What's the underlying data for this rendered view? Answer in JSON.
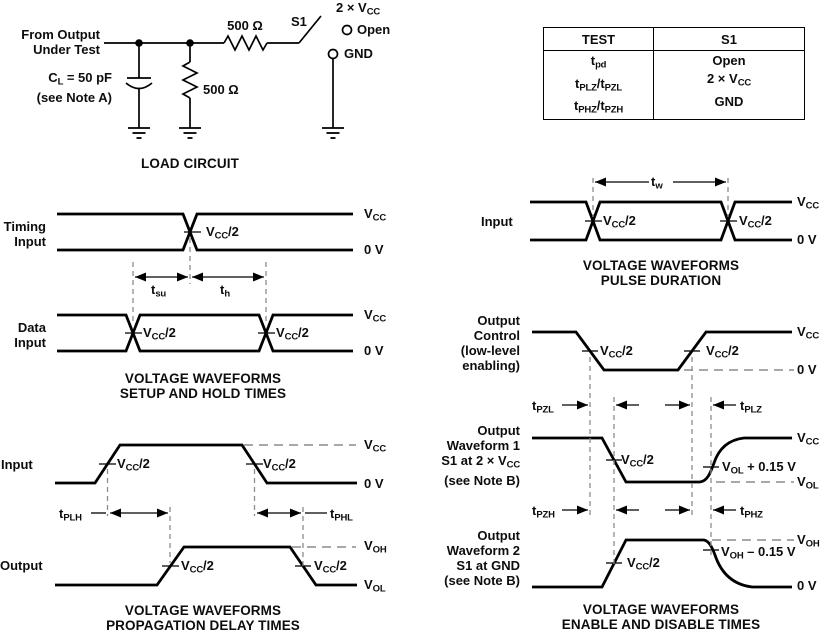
{
  "colors": {
    "line": "#000000",
    "dash": "#8c8c8c",
    "text": "#0d0d0d",
    "background": "#ffffff"
  },
  "sym": {
    "v": "V",
    "cc": "CC",
    "half": "/2",
    "zero_v": "0 V",
    "oh": "OH",
    "ol": "OL",
    "t": "t",
    "su": "su",
    "h": "h",
    "w": "w",
    "plh": "PLH",
    "phl": "PHL",
    "pzl": "PZL",
    "plz": "PLZ",
    "pzh": "PZH",
    "phz": "PHZ",
    "vol_plus": " + 0.15 V",
    "voh_minus": " – 0.15 V"
  },
  "load_circuit": {
    "source_line1": "From Output",
    "source_line2": "Under Test",
    "cap_c": "C",
    "cap_sub": "L",
    "cap_value": " = 50 pF",
    "cap_note": "(see Note A)",
    "resistor_shunt": "500 Ω",
    "resistor_series": "500 Ω",
    "switch_label": "S1",
    "pos_top_prefix": "2 × V",
    "pos_top_sub": "CC",
    "pos_open": "Open",
    "pos_gnd": "GND",
    "title": "LOAD CIRCUIT"
  },
  "s1_table": {
    "header_test": "TEST",
    "header_s1": "S1",
    "r1_t": "t",
    "r1_t_sub": "pd",
    "r1_s1": "Open",
    "r2_t1": "t",
    "r2_t1_sub": "PLZ",
    "r2_slash": "/",
    "r2_t2": "t",
    "r2_t2_sub": "PZL",
    "r2_s1_prefix": "2 × V",
    "r2_s1_sub": "CC",
    "r3_t1": "t",
    "r3_t1_sub": "PHZ",
    "r3_slash": "/",
    "r3_t2": "t",
    "r3_t2_sub": "PZH",
    "r3_s1": "GND"
  },
  "setup_hold": {
    "timing_l1": "Timing",
    "timing_l2": "Input",
    "data_l1": "Data",
    "data_l2": "Input",
    "caption1": "VOLTAGE WAVEFORMS",
    "caption2": "SETUP AND HOLD TIMES"
  },
  "prop_delay": {
    "input_label": "Input",
    "output_label": "Output",
    "caption1": "VOLTAGE WAVEFORMS",
    "caption2": "PROPAGATION DELAY TIMES"
  },
  "pulse": {
    "input_label": "Input",
    "caption1": "VOLTAGE WAVEFORMS",
    "caption2": "PULSE DURATION"
  },
  "enable_disable": {
    "ctl_l1": "Output",
    "ctl_l2": "Control",
    "ctl_l3": "(low-level",
    "ctl_l4": "enabling)",
    "wf1_l1": "Output",
    "wf1_l2": "Waveform 1",
    "wf1_l3_prefix": "S1 at 2 × V",
    "wf1_l3_sub": "CC",
    "wf1_l4": "(see Note B)",
    "wf2_l1": "Output",
    "wf2_l2": "Waveform 2",
    "wf2_l3": "S1 at GND",
    "wf2_l4": "(see Note B)",
    "caption1": "VOLTAGE WAVEFORMS",
    "caption2": "ENABLE AND DISABLE TIMES"
  }
}
